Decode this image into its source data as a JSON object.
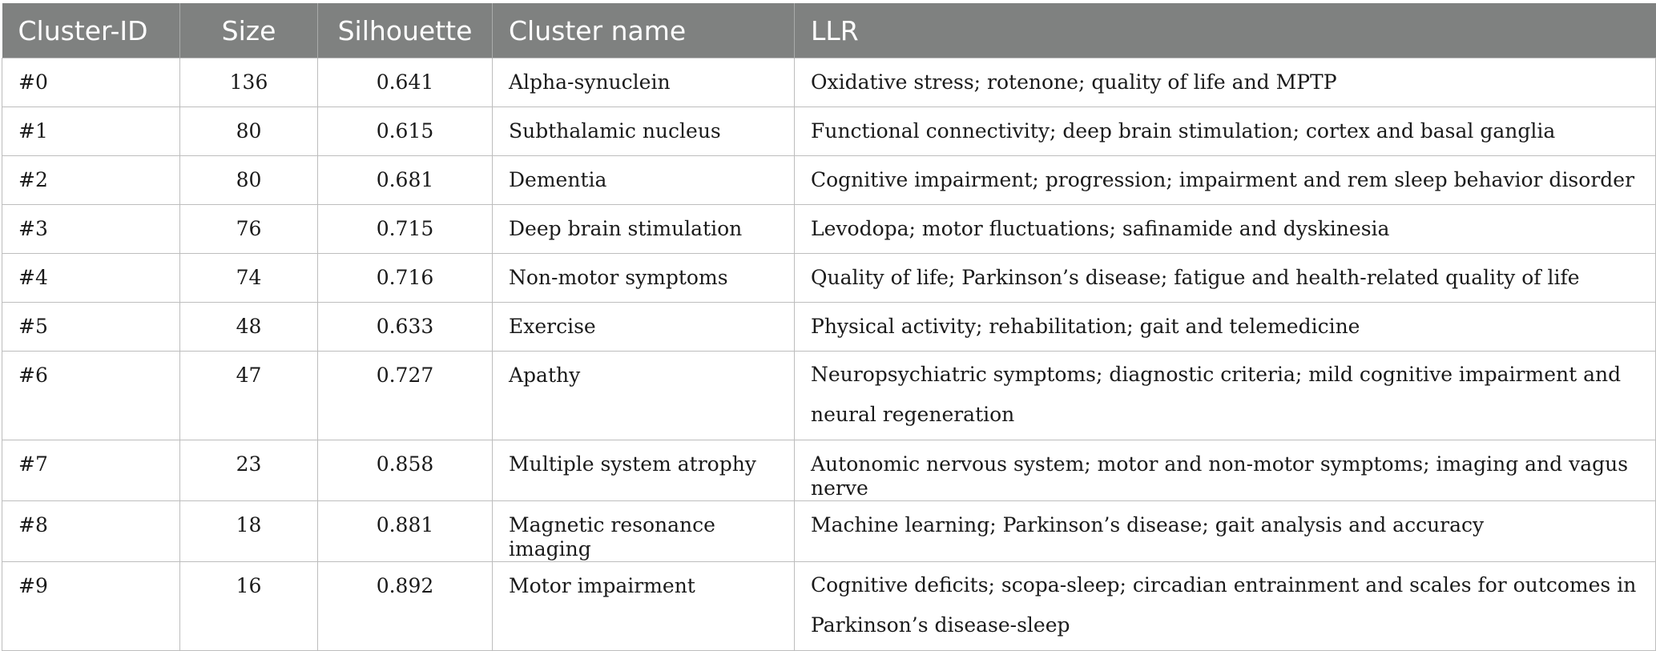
{
  "table": {
    "headers": [
      "Cluster-ID",
      "Size",
      "Silhouette",
      "Cluster name",
      "LLR"
    ],
    "rows": [
      {
        "id": "#0",
        "size": "136",
        "silhouette": "0.641",
        "name": "Alpha-synuclein",
        "llr": "Oxidative stress; rotenone; quality of life and MPTP"
      },
      {
        "id": "#1",
        "size": "80",
        "silhouette": "0.615",
        "name": "Subthalamic nucleus",
        "llr": "Functional connectivity; deep brain stimulation; cortex and basal ganglia"
      },
      {
        "id": "#2",
        "size": "80",
        "silhouette": "0.681",
        "name": "Dementia",
        "llr": "Cognitive impairment; progression; impairment and rem sleep behavior disorder"
      },
      {
        "id": "#3",
        "size": "76",
        "silhouette": "0.715",
        "name": "Deep brain stimulation",
        "llr": "Levodopa; motor fluctuations; safinamide and dyskinesia"
      },
      {
        "id": "#4",
        "size": "74",
        "silhouette": "0.716",
        "name": "Non-motor symptoms",
        "llr": "Quality of life; Parkinson’s disease; fatigue and health-related quality of life"
      },
      {
        "id": "#5",
        "size": "48",
        "silhouette": "0.633",
        "name": "Exercise",
        "llr": "Physical activity; rehabilitation; gait and telemedicine"
      },
      {
        "id": "#6",
        "size": "47",
        "silhouette": "0.727",
        "name": "Apathy",
        "llr": "Neuropsychiatric symptoms; diagnostic criteria; mild cognitive impairment and neural regeneration"
      },
      {
        "id": "#7",
        "size": "23",
        "silhouette": "0.858",
        "name": "Multiple system atrophy",
        "llr": "Autonomic nervous system; motor and non-motor symptoms; imaging and vagus nerve"
      },
      {
        "id": "#8",
        "size": "18",
        "silhouette": "0.881",
        "name": "Magnetic resonance imaging",
        "llr": "Machine learning; Parkinson’s disease; gait analysis and accuracy"
      },
      {
        "id": "#9",
        "size": "16",
        "silhouette": "0.892",
        "name": "Motor impairment",
        "llr": "Cognitive deficits; scopa-sleep; circadian entrainment and scales for outcomes in Parkinson’s disease-sleep"
      }
    ]
  }
}
